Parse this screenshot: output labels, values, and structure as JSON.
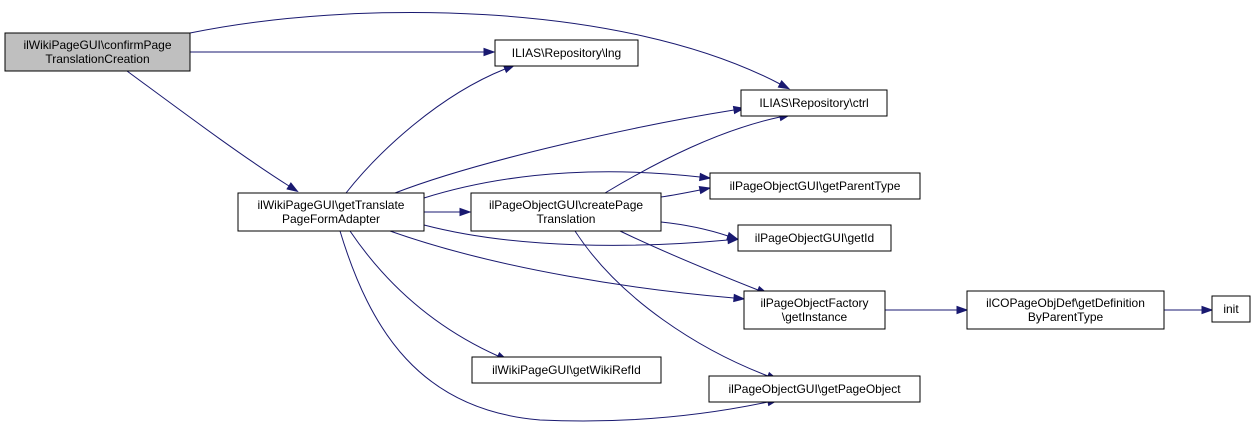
{
  "diagram": {
    "type": "call-graph",
    "colors": {
      "edge": "#191970",
      "root_fill": "#bfbfbf",
      "node_fill": "#ffffff",
      "node_border": "#000000"
    },
    "nodes": {
      "confirm": {
        "lines": [
          "ilWikiPageGUI\\confirmPage",
          "TranslationCreation"
        ],
        "root": true
      },
      "lng": {
        "lines": [
          "ILIAS\\Repository\\lng"
        ]
      },
      "ctrl": {
        "lines": [
          "ILIAS\\Repository\\ctrl"
        ]
      },
      "getTranslate": {
        "lines": [
          "ilWikiPageGUI\\getTranslate",
          "PageFormAdapter"
        ]
      },
      "createPage": {
        "lines": [
          "ilPageObjectGUI\\createPage",
          "Translation"
        ]
      },
      "getParentType": {
        "lines": [
          "ilPageObjectGUI\\getParentType"
        ]
      },
      "getId": {
        "lines": [
          "ilPageObjectGUI\\getId"
        ]
      },
      "getInstance": {
        "lines": [
          "ilPageObjectFactory",
          "\\getInstance"
        ]
      },
      "getDefinition": {
        "lines": [
          "ilCOPageObjDef\\getDefinition",
          "ByParentType"
        ]
      },
      "init": {
        "lines": [
          "init"
        ]
      },
      "getWikiRefId": {
        "lines": [
          "ilWikiPageGUI\\getWikiRefId"
        ]
      },
      "getPageObject": {
        "lines": [
          "ilPageObjectGUI\\getPageObject"
        ]
      }
    },
    "edges": [
      [
        "confirm",
        "lng"
      ],
      [
        "confirm",
        "ctrl"
      ],
      [
        "confirm",
        "getTranslate"
      ],
      [
        "getTranslate",
        "lng"
      ],
      [
        "getTranslate",
        "ctrl"
      ],
      [
        "getTranslate",
        "getParentType"
      ],
      [
        "getTranslate",
        "createPage"
      ],
      [
        "getTranslate",
        "getId"
      ],
      [
        "getTranslate",
        "getInstance"
      ],
      [
        "getTranslate",
        "getWikiRefId"
      ],
      [
        "getTranslate",
        "getPageObject"
      ],
      [
        "createPage",
        "ctrl"
      ],
      [
        "createPage",
        "getParentType"
      ],
      [
        "createPage",
        "getId"
      ],
      [
        "createPage",
        "getInstance"
      ],
      [
        "createPage",
        "getPageObject"
      ],
      [
        "getInstance",
        "getDefinition"
      ],
      [
        "getDefinition",
        "init"
      ]
    ]
  }
}
